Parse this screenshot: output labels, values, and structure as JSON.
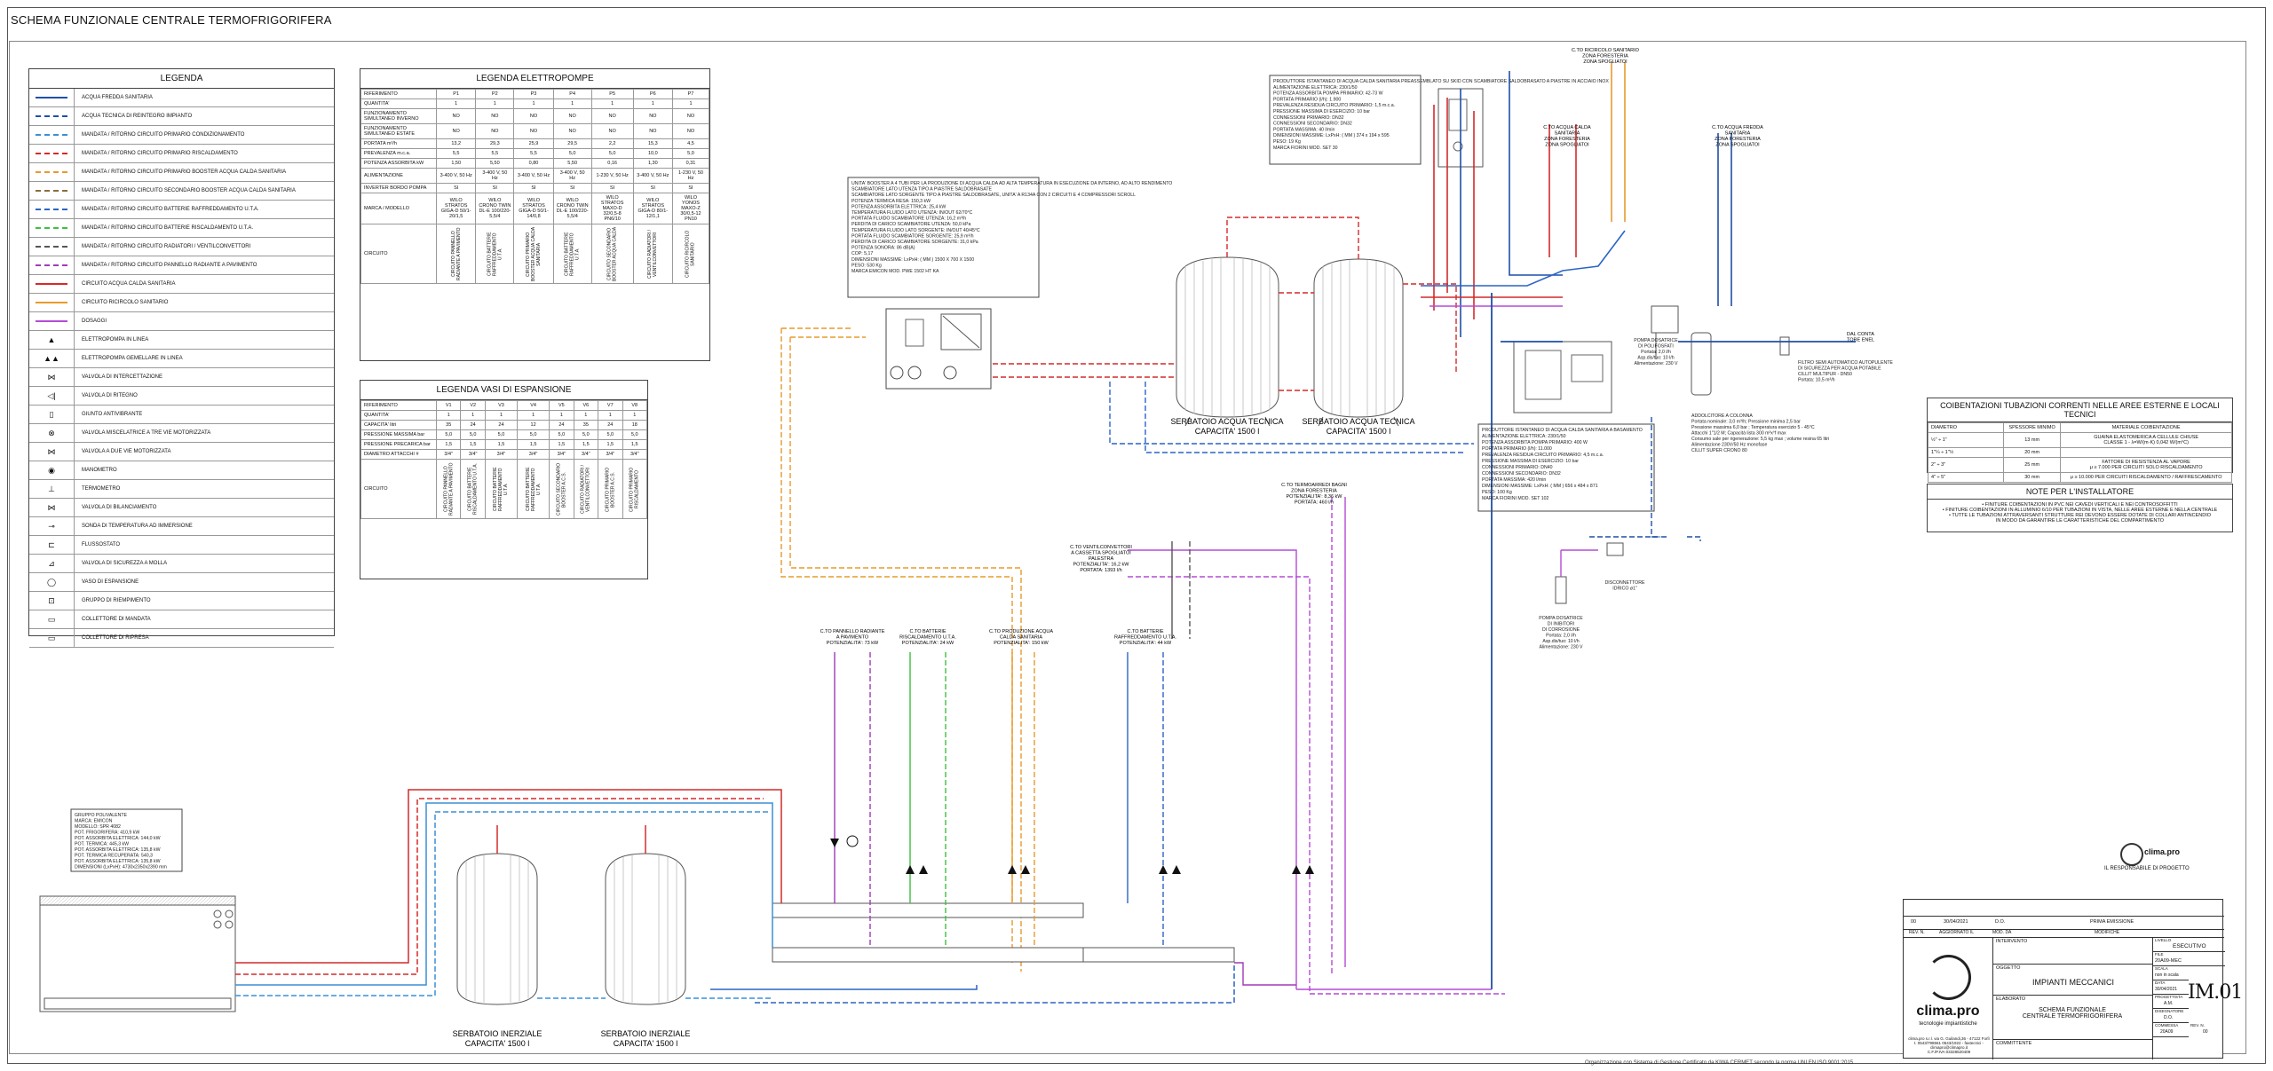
{
  "title": "SCHEMA FUNZIONALE CENTRALE TERMOFRIGORIFERA",
  "footer_note": "Organizzazione con Sistema di Gestione Certificato da KIWA CERMET secondo la norma UNI EN ISO 9001:2015",
  "legend": {
    "title": "LEGENDA",
    "items": [
      {
        "label": "ACQUA FREDDA SANITARIA",
        "kind": "line",
        "color": "#1f4fa8",
        "style": "solid"
      },
      {
        "label": "ACQUA TECNICA DI REINTEGRO IMPIANTO",
        "kind": "line",
        "color": "#1f4fa8",
        "style": "dashed"
      },
      {
        "label": "MANDATA / RITORNO CIRCUITO PRIMARIO CONDIZIONAMENTO",
        "kind": "line",
        "color": "#3a8fd6",
        "style": "dashed"
      },
      {
        "label": "MANDATA / RITORNO CIRCUITO PRIMARIO RISCALDAMENTO",
        "kind": "line",
        "color": "#d42a2a",
        "style": "dashed"
      },
      {
        "label": "MANDATA / RITORNO CIRCUITO PRIMARIO BOOSTER ACQUA CALDA SANITARIA",
        "kind": "line",
        "color": "#e89a2c",
        "style": "dashed"
      },
      {
        "label": "MANDATA / RITORNO CIRCUITO SECONDARIO BOOSTER ACQUA CALDA SANITARIA",
        "kind": "line",
        "color": "#8a6d3b",
        "style": "dashed"
      },
      {
        "label": "MANDATA / RITORNO CIRCUITO BATTERIE RAFFREDDAMENTO U.T.A.",
        "kind": "line",
        "color": "#2a64c4",
        "style": "dashed"
      },
      {
        "label": "MANDATA / RITORNO CIRCUITO BATTERIE RISCALDAMENTO U.T.A.",
        "kind": "line",
        "color": "#3fbf3f",
        "style": "dashed"
      },
      {
        "label": "MANDATA / RITORNO CIRCUITO RADIATORI / VENTILCONVETTORI",
        "kind": "line",
        "color": "#555555",
        "style": "dashed"
      },
      {
        "label": "MANDATA / RITORNO CIRCUITO PANNELLO RADIANTE A PAVIMENTO",
        "kind": "line",
        "color": "#a03ab8",
        "style": "dashed"
      },
      {
        "label": "CIRCUITO ACQUA CALDA SANITARIA",
        "kind": "line",
        "color": "#d42a2a",
        "style": "solid"
      },
      {
        "label": "CIRCUITO RICIRCOLO SANITARIO",
        "kind": "line",
        "color": "#e89a2c",
        "style": "solid"
      },
      {
        "label": "DOSAGGI",
        "kind": "line",
        "color": "#b44bd6",
        "style": "solid"
      },
      {
        "label": "ELETTROPOMPA IN LINEA",
        "kind": "symbol",
        "symbol": "pump"
      },
      {
        "label": "ELETTROPOMPA GEMELLARE IN LINEA",
        "kind": "symbol",
        "symbol": "twin-pump"
      },
      {
        "label": "VALVOLA DI INTERCETTAZIONE",
        "kind": "symbol",
        "symbol": "valve"
      },
      {
        "label": "VALVOLA DI RITEGNO",
        "kind": "symbol",
        "symbol": "check-valve"
      },
      {
        "label": "GIUNTO ANTIVIBRANTE",
        "kind": "symbol",
        "symbol": "joint"
      },
      {
        "label": "VALVOLA MISCELATRICE A TRE VIE MOTORIZZATA",
        "kind": "symbol",
        "symbol": "three-way"
      },
      {
        "label": "VALVOLA A DUE VIE MOTORIZZATA",
        "kind": "symbol",
        "symbol": "two-way"
      },
      {
        "label": "MANOMETRO",
        "kind": "symbol",
        "symbol": "gauge"
      },
      {
        "label": "TERMOMETRO",
        "kind": "symbol",
        "symbol": "thermo"
      },
      {
        "label": "VALVOLA DI BILANCIAMENTO",
        "kind": "symbol",
        "symbol": "balance"
      },
      {
        "label": "SONDA DI TEMPERATURA AD IMMERSIONE",
        "kind": "symbol",
        "symbol": "probe"
      },
      {
        "label": "FLUSSOSTATO",
        "kind": "symbol",
        "symbol": "flow"
      },
      {
        "label": "VALVOLA DI SICUREZZA A MOLLA",
        "kind": "symbol",
        "symbol": "safety"
      },
      {
        "label": "VASO DI ESPANSIONE",
        "kind": "symbol",
        "symbol": "vessel"
      },
      {
        "label": "GRUPPO DI RIEMPIMENTO",
        "kind": "symbol",
        "symbol": "fill"
      },
      {
        "label": "COLLETTORE DI MANDATA",
        "kind": "symbol",
        "symbol": "collector"
      },
      {
        "label": "COLLETTORE DI RIPRESA",
        "kind": "symbol",
        "symbol": "collector"
      }
    ]
  },
  "pumps": {
    "title": "LEGENDA ELETTROPOMPE",
    "columns": [
      "RIFERIMENTO",
      "P1",
      "P2",
      "P3",
      "P4",
      "P5",
      "P6",
      "P7"
    ],
    "rows": [
      [
        "QUANTITA'",
        "1",
        "1",
        "1",
        "1",
        "1",
        "1",
        "1"
      ],
      [
        "FUNZIONAMENTO SIMULTANEO INVERNO",
        "NO",
        "NO",
        "NO",
        "NO",
        "NO",
        "NO",
        "NO"
      ],
      [
        "FUNZIONAMENTO SIMULTANEO ESTATE",
        "NO",
        "NO",
        "NO",
        "NO",
        "NO",
        "NO",
        "NO"
      ],
      [
        "PORTATA m³/h",
        "13,2",
        "29,3",
        "25,9",
        "29,5",
        "2,2",
        "15,3",
        "4,5"
      ],
      [
        "PREVALENZA m.c.a.",
        "5,5",
        "5,5",
        "5,5",
        "5,0",
        "5,0",
        "10,0",
        "5,0"
      ],
      [
        "POTENZA ASSORBITA kW",
        "1,50",
        "5,50",
        "0,80",
        "5,50",
        "0,16",
        "1,30",
        "0,31"
      ],
      [
        "ALIMENTAZIONE",
        "3-400 V, 50 Hz",
        "3-400 V, 50 Hz",
        "3-400 V, 50 Hz",
        "3-400 V, 50 Hz",
        "1-230 V, 50 Hz",
        "3-400 V, 50 Hz",
        "1-230 V, 50 Hz"
      ],
      [
        "INVERTER BORDO POMPA",
        "SI",
        "SI",
        "SI",
        "SI",
        "SI",
        "SI",
        "SI"
      ],
      [
        "MARCA / MODELLO",
        "WILO STRATOS GIGA-D 50/1-20/1,5",
        "WILO CRONO TWIN DL-E 100/220-5,5/4",
        "WILO STRATOS GIGA-D 50/1-14/0,8",
        "WILO CRONO TWIN DL-E 100/220-5,5/4",
        "WILO STRATOS MAXO-D 32/0,5-8 PN6/10",
        "WILO STRATOS GIGA-D 80/1-12/1,1",
        "WILO YONOS MAXO-Z 30/0,5-12 PN10"
      ],
      [
        "CIRCUITO",
        "CIRCUITO PANNELLO RADIANTE A PAVIMENTO",
        "CIRCUITO BATTERIE RAFFREDDAMENTO U.T.A.",
        "CIRCUITO PRIMARIO BOOSTER ACQUA CALDA SANITARIA",
        "CIRCUITO BATTERIE RAFFREDDAMENTO U.T.A.",
        "CIRCUITO SECONDARIO BOOSTER ACQUA CALDA",
        "CIRCUITO RADIATORI / VENTILCONVETTORI",
        "CIRCUITO RICIRCOLO SANITARIO"
      ]
    ]
  },
  "vessels": {
    "title": "LEGENDA VASI DI ESPANSIONE",
    "columns": [
      "RIFERIMENTO",
      "V1",
      "V2",
      "V3",
      "V4",
      "V5",
      "V6",
      "V7",
      "V8"
    ],
    "rows": [
      [
        "QUANTITA'",
        "1",
        "1",
        "1",
        "1",
        "1",
        "1",
        "1",
        "1"
      ],
      [
        "CAPACITA' litri",
        "35",
        "24",
        "24",
        "12",
        "24",
        "35",
        "24",
        "18"
      ],
      [
        "PRESSIONE MASSIMA bar",
        "5,0",
        "5,0",
        "5,0",
        "5,0",
        "5,0",
        "5,0",
        "5,0",
        "5,0"
      ],
      [
        "PRESSIONE PRECARICA bar",
        "1,5",
        "1,5",
        "1,5",
        "1,5",
        "1,5",
        "1,5",
        "1,5",
        "1,5"
      ],
      [
        "DIAMETRO ATTACCHI #",
        "3/4\"",
        "3/4\"",
        "3/4\"",
        "3/4\"",
        "3/4\"",
        "3/4\"",
        "3/4\"",
        "3/4\""
      ],
      [
        "CIRCUITO",
        "CIRCUITO PANNELLO RADIANTE A PAVIMENTO",
        "CIRCUITO BATTERIE RISCALDAMENTO U.T.A.",
        "CIRCUITO BATTERIE RAFFREDDAMENTO U.T.A.",
        "CIRCUITO BATTERIE RAFFREDDAMENTO U.T.A.",
        "CIRCUITO SECONDARIO BOOSTER A.C.S.",
        "CIRCUITO RADIATORI / VENTILCONVETTORI",
        "CIRCUITO PRIMARIO BOOSTER A.C.S.",
        "CIRCUITO PRIMARIO RISCALDAMENTO"
      ]
    ]
  },
  "tanks": {
    "tech1": "SERBATOIO ACQUA TECNICA\nCAPACITA' 1500 l",
    "tech2": "SERBATOIO ACQUA TECNICA\nCAPACITA' 1500 l",
    "inertial1": "SERBATOIO INERZIALE\nCAPACITA' 1500 l",
    "inertial2": "SERBATOIO INERZIALE\nCAPACITA' 1500 l"
  },
  "circuits": {
    "c1": "C.TO PANNELLO RADIANTE\nA PAVIMENTO\nPOTENZIALITA': 73 kW",
    "c2": "C.TO BATTERIE\nRISCALDAMENTO U.T.A.\nPOTENZIALITA': 24 kW",
    "c3": "C.TO PRODUZIONE ACQUA\nCALDA SANITARIA\nPOTENZIALITA': 150 kW",
    "c4": "C.TO BATTERIE\nRAFFREDDAMENTO U.T.A.\nPOTENZIALITA': 44 kW",
    "c5": "C.TO VENTILCONVETTORI\nA CASSETTA SPOGLIATOI\nPALESTRA\nPOTENZIALITA': 16,2 kW\nPORTATA: 1393 l/h",
    "c6": "C.TO TERMOARREDI BAGNI\nZONA FORESTERIA\nPOTENZIALITA': 8,36 kW\nPORTATA: 460 l/h"
  },
  "group_info": "GRUPPO POLIVALENTE\nMARCA: EMICON\nMODELLO: SPR 4082\nPOT. FRIGORIFERA: 410,9 kW\nPOT. ASSORBITA ELETTRICA: 144,0 kW\nPOT. TERMICA: 445,3 kW\nPOT. ASSORBITA ELETTRICA: 135,8 kW\nPOT. TERMICA RECUPERATA: 540,3\nPOT. ASSORBITA ELETTRICA: 135,8 kW\nDIMENSIONI (LxPxH): 4730x2350x2390 mm",
  "booster_info": "UNITA' BOOSTER A 4 TUBI PER LA PRODUZIONE DI ACQUA CALDA AD ALTA TEMPERATURA IN ESECUZIONE DA INTERNO, AD ALTO RENDIMENTO\nSCAMBIATORE LATO UTENZA TIPO A PIASTRE SALDOBRASATE\nSCAMBIATORE LATO SORGENTE TIPO A PIASTRE SALDOBRASATE, UNITA' A R134A CON 2 CIRCUITI E 4 COMPRESSORI SCROLL\nPOTENZA TERMICA RESA: 150,3 kW\nPOTENZA ASSORBITA ELETTRICA: 25,4 kW\nTEMPERATURA FLUIDO LATO UTENZA: IN/OUT 62/70°C\nPORTATA FLUIDO SCAMBIATORE UTENZA: 16,2 m³/h\nPERDITA DI CARICO SCAMBIATORE UTENZA: 50,0 kPa\nTEMPERATURA FLUIDO LATO SORGENTE: IN/OUT 40/45°C\nPORTATA FLUIDO SCAMBIATORE SORGENTE: 25,9 m³/h\nPERDITA DI CARICO SCAMBIATORE SORGENTE: 31,0 kPa\nPOTENZA SONORA: 86 dB(A)\nCOP: 5,17\nDIMENSIONI MASSIME: LxPxH: ( MM ) 1500 X 700 X 1500\nPESO: 530 Kg\nMARCA EMICON MOD. PWE 1502 HT KA",
  "producer1_info": "PRODUTTORE ISTANTANEO DI ACQUA CALDA SANITARIA PREASSEMBLATO SU SKID CON SCAMBIATORE SALDOBRASATO A PIASTRE IN ACCIAIO INOX\nALIMENTAZIONE ELETTRICA: 230/1/50\nPOTENZA ASSORBITA POMPA PRIMARIO: 42-73 W\nPORTATA PRIMARIO (l/h): 1.900\nPREVALENZA RESIDUA CIRCUITO PRIMARIO: 1,5 m.c.a.\nPRESSIONE MASSIMA DI ESERCIZIO: 10 bar\nCONNESSIONI PRIMARIO: DN32\nCONNESSIONI SECONDARIO: DN32\nPORTATA MASSIMA: 40 l/min\nDIMENSIONI MASSIME: LxPxH: ( MM ) 374 x 194 x 595\nPESO: 19 Kg\nMARCA FIORINI MOD. SET 30",
  "producer2_info": "PRODUTTORE ISTANTANEO DI ACQUA CALDA SANITARIA A BASAMENTO\nALIMENTAZIONE ELETTRICA: 230/1/50\nPOTENZA ASSORBITA POMPA PRIMARIO: 400 W\nPORTATA PRIMARIO (l/h): 11.000\nPREVALENZA RESIDUA CIRCUITO PRIMARIO: 4,5 m.c.a.\nPRESSIONE MASSIMA DI ESERCIZIO: 10 bar\nCONNESSIONI PRIMARIO: DN40\nCONNESSIONI SECONDARIO: DN32\nPORTATA MASSIMA: 420 l/min\nDIMENSIONI MASSIME: LxPxH: ( MM ) 656 x 484 x 871\nPESO: 100 Kg\nMARCA FIORINI MOD. SET 102",
  "adduttore_info": "ADDOLCITORE A COLONNA\nPortata nominale: 3,0 m³/h; Pressione minima 2,5 bar\nPressione massima 6,0 bar ; Temperatura esercizio 5 - 45°C\nAttacchi 1\"1/2 M; Capacità lista 300 m³x°f max\nConsumo sale per rigenerazione: 5,5 kg max ; volume resina 65 litri\nAlimentazione 230V/50 Hz monofase\nCILLIT SUPER CRONO 80",
  "filter_info": "FILTRO SEMI AUTOMATICO AUTOPULENTE\nDI SICUREZZA PER ACQUA POTABILE\nCILLIT MULTIPUR - DN50\nPortata: 10,5 m³/h",
  "dosing1": "POMPA DOSATRICE\nDI POLIFOSFATI\nPortata: 2,0 l/h\nAsp.dis/tuo: 10 l/h\nAlimentazione: 230 V",
  "dosing2": "POMPA DOSATRICE\nDI INIBITORI\nDI CORROSIONE\nPortata: 2,0 l/h\nAsp.dis/tuo: 10 l/h\nAlimentazione: 230 V",
  "disconnector": "DISCONNETTORE\nIDRICO ø1\"",
  "labels_top": {
    "forest1": "C.TO RICIRCOLO SANITARIO\nZONA FORESTERIA\nZONA SPOGLIATOI",
    "forest2": "C.TO ACQUA CALDA\nSANITARIA\nZONA FORESTERIA\nZONA SPOGLIATOI",
    "forest3": "C.TO ACQUA FREDDA\nSANITARIA\nZONA FORESTERIA\nZONA SPOGLIATOI",
    "city": "DAL CONTA\nTORE ENEL"
  },
  "cobentazioni": {
    "title": "COIBENTAZIONI TUBAZIONI CORRENTI NELLE AREE ESTERNE E LOCALI TECNICI",
    "columns": [
      "DIAMETRO",
      "SPESSORE MINIMO",
      "MATERIALE COIBENTAZIONE"
    ],
    "rows": [
      [
        "½\" ÷ 1\"",
        "13 mm",
        "GUAINA ELASTOMERICA A CELLULE CHIUSE\nCLASSE 1 - λ=W/(m·K) 0,042 W/(m°C)"
      ],
      [
        "1\"¼ ÷ 1\"½",
        "20 mm",
        ""
      ],
      [
        "2\" ÷ 3\"",
        "25 mm",
        "FATTORE DI RESISTENZA AL VAPORE\nμ ≥ 7.000 PER CIRCUITI SOLO RISCALDAMENTO"
      ],
      [
        "4\" ÷ 5\"",
        "30 mm",
        "μ ≥ 10.000 PER CIRCUITI RISCALDAMENTO / RAFFRESCAMENTO"
      ]
    ]
  },
  "notes": {
    "title": "NOTE PER L'INSTALLATORE",
    "text": "• FINITURE COIBENTAZIONI IN PVC NEI CAVEDI VERTICALI E NEI CONTROSOFFITTI\n• FINITURE COIBENTAZIONI IN ALLUMINIO 6/10 PER TUBAZIONI IN VISTA, NELLE AREE ESTERNE E NELLA CENTRALE\n• TUTTE LE TUBAZIONI ATTRAVERSANTI STRUTTURE REI DEVONO ESSERE DOTATE DI COLLARI ANTINCENDIO\nIN MODO DA GARANTIRE LE CARATTERISTICHE DEL COMPARTIMENTO"
  },
  "title_block": {
    "company": "clima.pro",
    "company_sub": "tecnologie impiantistiche",
    "company_addr": "clima.pro s.r.l. via G. Guilandi,36 - 47122 Forlì\nt. 0543/798561 0543/1922 - faxtecnici - climapro@climapro.it\nC.F./P.IVA 03328520409",
    "responsible": "IL RESPONSABILE DI PROGETTO",
    "rev_rows": [
      {
        "rev": "00",
        "date": "30/04/2021",
        "by": "D.O.",
        "note": "PRIMA EMISSIONE"
      }
    ],
    "rev_header": [
      "REV. N.",
      "AGGIORNATO IL",
      "MOD. DA",
      "MODIFICHE"
    ],
    "intervento_label": "INTERVENTO",
    "oggetto_label": "OGGETTO",
    "oggetto": "IMPIANTI MECCANICI",
    "elaborato_label": "ELABORATO",
    "elaborato": "SCHEMA FUNZIONALE\nCENTRALE TERMOFRIGORIFERA",
    "committente_label": "COMMITTENTE",
    "livello_label": "LIVELLO",
    "livello": "ESECUTIVO",
    "file_label": "FILE",
    "file": "20A09-MEC",
    "scala_label": "SCALA",
    "scala": "non in scala",
    "data_label": "DATA",
    "data": "30/04/2021",
    "progettista_label": "PROGETTISTA",
    "progettista": "A.M.",
    "disegnatore_label": "DISEGNATORE",
    "disegnatore": "D.O.",
    "commessa_label": "COMMESSA",
    "commessa": "20A09",
    "sheet": "IM.01",
    "rev_no_label": "REV. N.",
    "rev_no": "00"
  }
}
